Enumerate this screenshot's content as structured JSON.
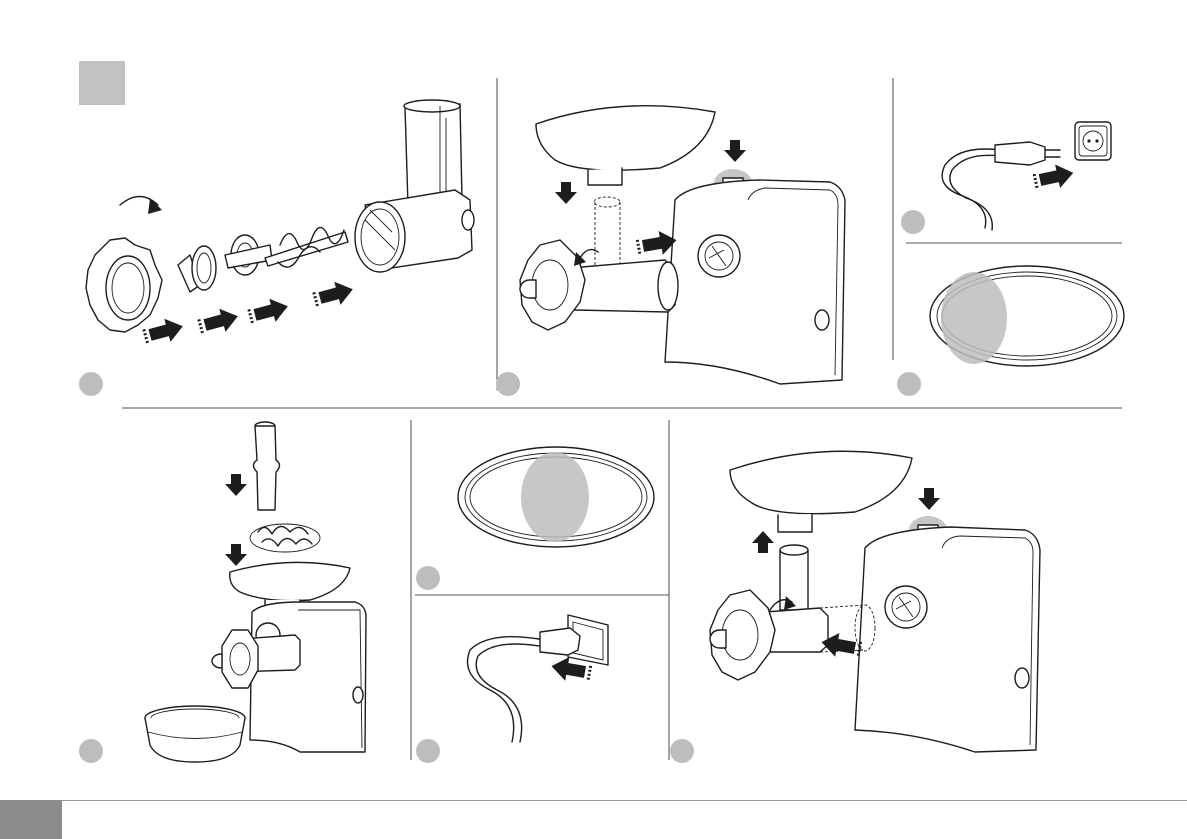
{
  "page": {
    "header_block_color": "#c2c2c2",
    "badge_color": "#bdbdbd",
    "highlight_color": "#bdbdbd",
    "ink_color": "#1d1d1b"
  },
  "panels": [
    {
      "id": "assembly",
      "badge_text": ""
    },
    {
      "id": "mount-on-motor",
      "badge_text": ""
    },
    {
      "id": "plug-in",
      "badge_text": ""
    },
    {
      "id": "switch-on",
      "badge_text": ""
    },
    {
      "id": "grinding",
      "badge_text": ""
    },
    {
      "id": "switch-off",
      "badge_text": ""
    },
    {
      "id": "unplug",
      "badge_text": ""
    },
    {
      "id": "disassembly",
      "badge_text": ""
    }
  ],
  "icons": [
    "rotate-arrow-icon",
    "push-arrow-icon",
    "down-arrow-icon",
    "up-arrow-icon",
    "power-plug-icon",
    "wall-socket-icon",
    "power-switch-icon"
  ]
}
